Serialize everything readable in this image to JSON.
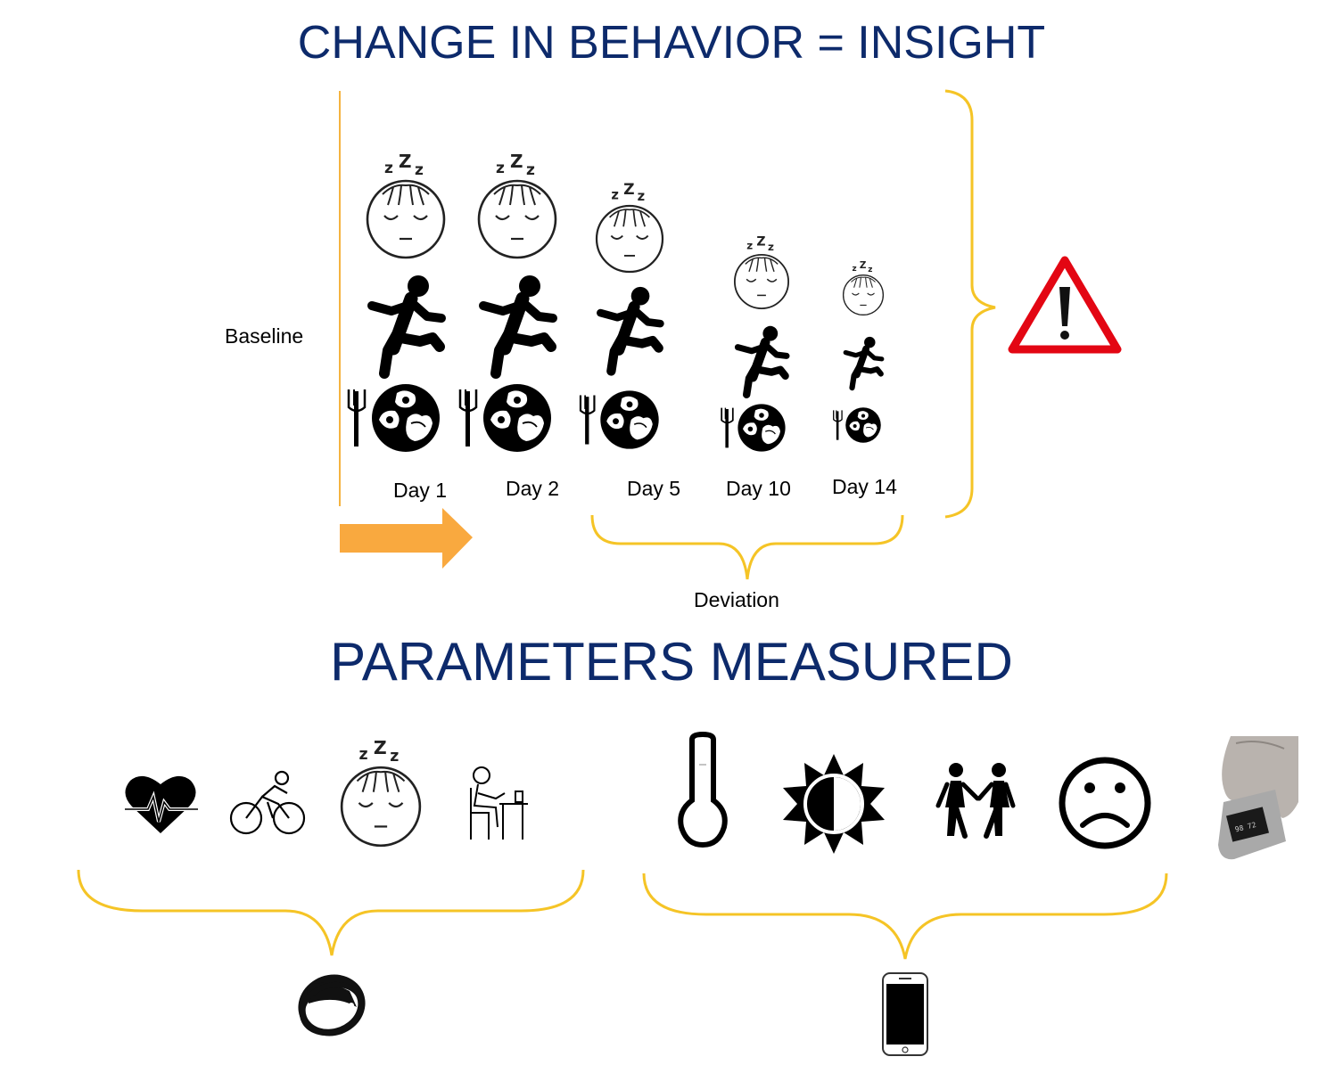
{
  "title_top": "CHANGE IN BEHAVIOR = INSIGHT",
  "title_bottom": "PARAMETERS MEASURED",
  "baseline_label": "Baseline",
  "deviation_label": "Deviation",
  "days": [
    {
      "label": "Day 1",
      "scale": 1.0
    },
    {
      "label": "Day 2",
      "scale": 1.0
    },
    {
      "label": "Day 5",
      "scale": 0.86
    },
    {
      "label": "Day 10",
      "scale": 0.7
    },
    {
      "label": "Day 14",
      "scale": 0.52
    }
  ],
  "colors": {
    "title": "#0d2a6b",
    "brace": "#f5c426",
    "arrow": "#f9a93f",
    "baseline_line": "#f5b340",
    "warning": "#e30613"
  },
  "icons": {
    "warning": "warning-triangle-icon",
    "wearable": [
      "heart-rate-icon",
      "cycling-icon",
      "sleep-face-icon",
      "sitting-at-desk-icon"
    ],
    "phone": [
      "thermometer-icon",
      "brightness-icon",
      "people-walking-icon",
      "sad-face-icon"
    ],
    "pulse_oximeter": "pulse-oximeter-icon",
    "wristband": "wristband-icon",
    "smartphone": "smartphone-icon"
  }
}
